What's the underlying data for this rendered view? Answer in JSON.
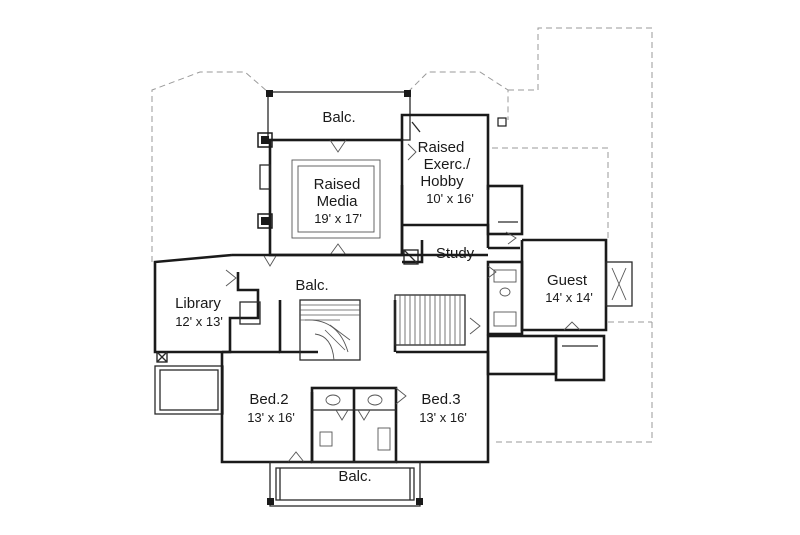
{
  "rooms": [
    {
      "id": "balc-top",
      "name": "Balc.",
      "dims": ""
    },
    {
      "id": "raised-exerc",
      "name": "Raised Exerc./ Hobby",
      "name_lines": [
        "Raised",
        "Exerc./",
        "Hobby"
      ],
      "dims": "10' x 16'"
    },
    {
      "id": "raised-media",
      "name": "Raised Media",
      "name_lines": [
        "Raised",
        "Media"
      ],
      "dims": "19' x 17'"
    },
    {
      "id": "study",
      "name": "Study",
      "dims": ""
    },
    {
      "id": "balc-middle",
      "name": "Balc.",
      "dims": ""
    },
    {
      "id": "guest",
      "name": "Guest",
      "dims": "14' x 14'"
    },
    {
      "id": "library",
      "name": "Library",
      "dims": "12' x 13'"
    },
    {
      "id": "bed-2",
      "name": "Bed.2",
      "dims": "13' x 16'"
    },
    {
      "id": "bed-3",
      "name": "Bed.3",
      "dims": "13' x 16'"
    },
    {
      "id": "balc-bottom",
      "name": "Balc.",
      "dims": ""
    }
  ]
}
